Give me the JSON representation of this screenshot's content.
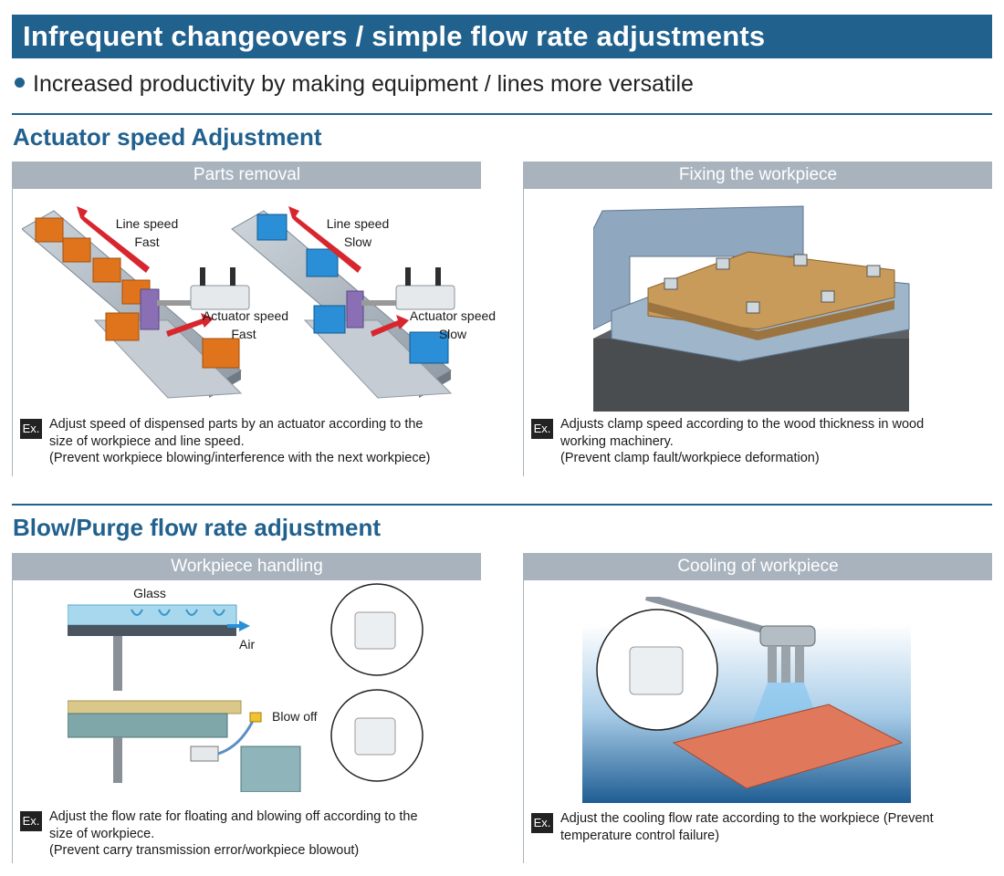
{
  "header": {
    "title": "Infrequent changeovers / simple flow rate adjustments",
    "bullet": "Increased productivity by making equipment / lines more versatile"
  },
  "sections": [
    {
      "title": "Actuator speed Adjustment",
      "panels": [
        {
          "heading": "Parts removal",
          "labels": {
            "line_speed_left": "Line speed",
            "fast_1": "Fast",
            "line_speed_right": "Line speed",
            "slow_1": "Slow",
            "actuator_speed_left": "Actuator speed",
            "fast_2": "Fast",
            "actuator_speed_right": "Actuator speed",
            "slow_2": "Slow"
          },
          "ex_badge": "Ex.",
          "ex_lines": [
            "Adjust speed of dispensed parts by an actuator according to the",
            "size of workpiece and line speed.",
            "(Prevent workpiece blowing/interference with the next workpiece)"
          ]
        },
        {
          "heading": "Fixing the workpiece",
          "ex_badge": "Ex.",
          "ex_lines": [
            "Adjusts clamp speed according to the wood thickness in wood",
            "working machinery.",
            "(Prevent clamp fault/workpiece deformation)"
          ]
        }
      ]
    },
    {
      "title": "Blow/Purge flow rate adjustment",
      "panels": [
        {
          "heading": "Workpiece handling",
          "labels": {
            "glass": "Glass",
            "air": "Air",
            "blow_off": "Blow off"
          },
          "ex_badge": "Ex.",
          "ex_lines": [
            "Adjust the flow rate for floating and blowing off according to the",
            "size of workpiece.",
            "(Prevent carry transmission error/workpiece blowout)"
          ]
        },
        {
          "heading": "Cooling of workpiece",
          "ex_badge": "Ex.",
          "ex_lines": [
            "Adjust the cooling flow rate according to the workpiece (Prevent",
            "temperature control failure)"
          ]
        }
      ]
    }
  ],
  "colors": {
    "brand_blue": "#21618e",
    "panel_header_gray": "#a9b3be",
    "arrow_red": "#d8262e",
    "part_orange": "#e0741c",
    "part_blue": "#2a8fd6"
  }
}
